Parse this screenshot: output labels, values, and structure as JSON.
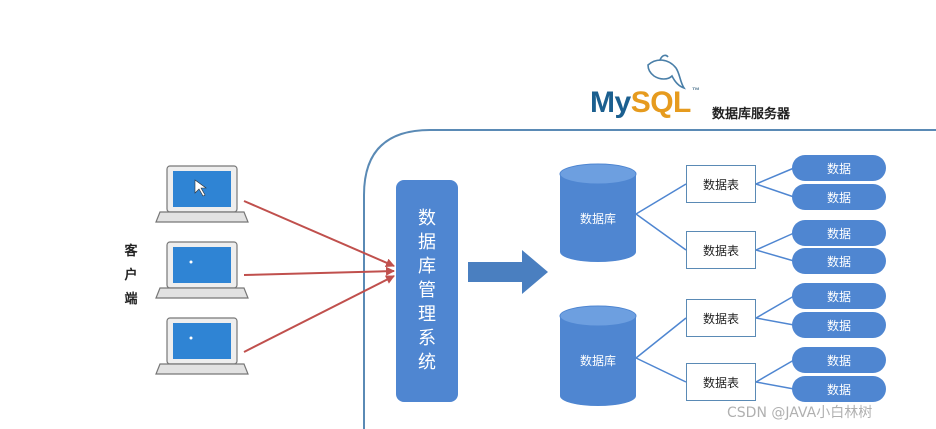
{
  "logo": {
    "text_my": "My",
    "text_sql": "SQL",
    "tm": "™"
  },
  "server_title": "数据库服务器",
  "client_label": "客户端",
  "dbms_label": "数据库管理系统",
  "databases": [
    {
      "label": "数据库",
      "tables": [
        {
          "label": "数据表",
          "rows": [
            "数据",
            "数据"
          ]
        },
        {
          "label": "数据表",
          "rows": [
            "数据",
            "数据"
          ]
        }
      ]
    },
    {
      "label": "数据库",
      "tables": [
        {
          "label": "数据表",
          "rows": [
            "数据",
            "数据"
          ]
        },
        {
          "label": "数据表",
          "rows": [
            "数据",
            "数据"
          ]
        }
      ]
    }
  ],
  "watermark": "CSDN @JAVA小白林树",
  "colors": {
    "accent_blue": "#4f86d1",
    "server_border": "#5a8ab5",
    "client_arrow": "#c0504d",
    "big_arrow": "#4a7fc0"
  },
  "icons": [
    "laptop-icon",
    "laptop-icon",
    "laptop-icon",
    "mysql-dolphin-icon"
  ]
}
